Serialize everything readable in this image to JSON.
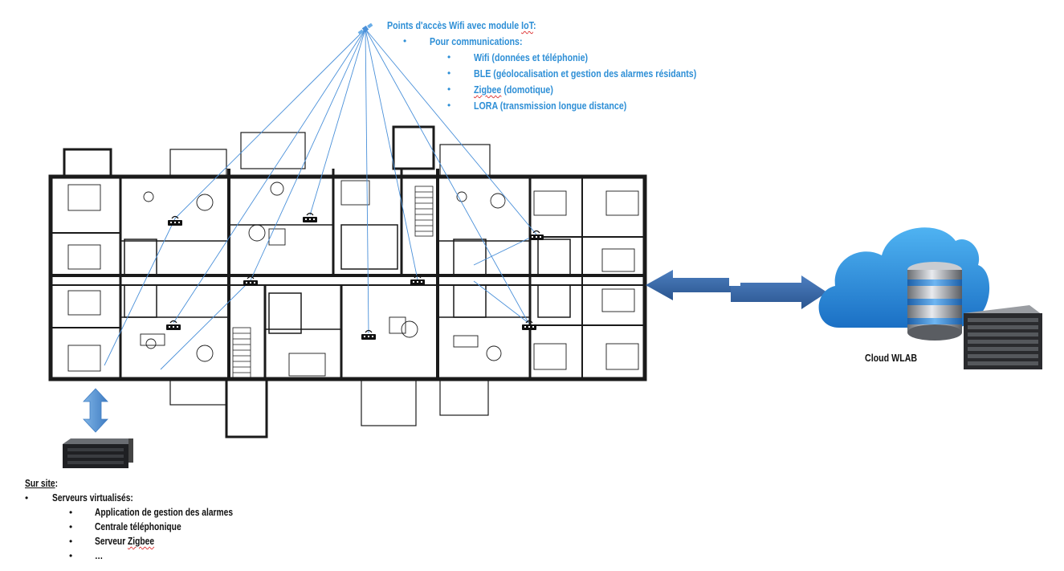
{
  "wifi_heading": {
    "main": "Points d'accès Wifi avec module ",
    "iot": "IoT",
    "colon": ":"
  },
  "communications_label": "Pour communications:",
  "protocols": [
    {
      "name": "Wifi",
      "desc": " (données et téléphonie)",
      "squiggle": false
    },
    {
      "name": "BLE",
      "desc": " (géolocalisation et gestion des alarmes résidants)",
      "squiggle": false
    },
    {
      "name": "Zigbee",
      "desc": " (domotique)",
      "squiggle": true
    },
    {
      "name": "LORA",
      "desc": " (transmission longue distance)",
      "squiggle": false
    }
  ],
  "cloud_label": "Cloud WLAB",
  "onsite": {
    "title": "Sur site",
    "colon": ":",
    "servers_label": "Serveurs virtualisés:",
    "items": [
      {
        "prefix": "Application de gestion des alarmes",
        "squig": ""
      },
      {
        "prefix": "Centrale téléphonique",
        "squig": ""
      },
      {
        "prefix": "Serveur ",
        "squig": "Zigbee"
      },
      {
        "prefix": "…",
        "squig": ""
      }
    ]
  },
  "colors": {
    "text_blue": "#2e8fd6",
    "signal_line": "#4a90d9",
    "arrow_blue": "#2f5e9e",
    "cloud_blue": "#2c8ee0",
    "wall": "#1a1a1a"
  },
  "icons": {
    "satellite": "satellite-icon",
    "router": "wifi-router-icon",
    "cloud": "cloud-icon",
    "database": "database-icon",
    "server_rack": "server-rack-icon",
    "onsite_server": "server-icon"
  }
}
